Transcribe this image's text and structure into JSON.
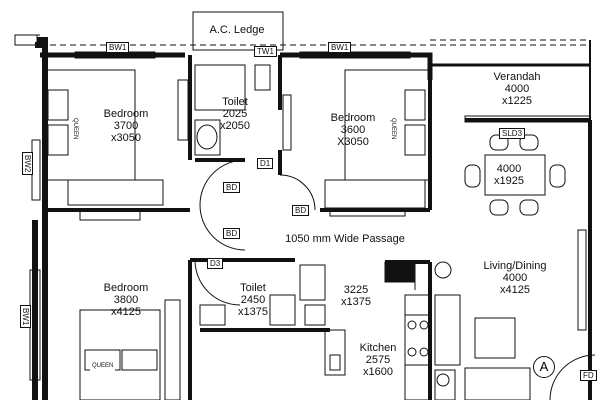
{
  "rooms": {
    "ac_ledge": {
      "name": "A.C. Ledge"
    },
    "bedroom_1": {
      "name": "Bedroom",
      "w": "3700",
      "l": "x3050"
    },
    "toilet_1": {
      "name": "Toilet",
      "w": "2025",
      "l": "x2050"
    },
    "bedroom_2": {
      "name": "Bedroom",
      "w": "3600",
      "l": "X3050"
    },
    "verandah": {
      "name": "Verandah",
      "w": "4000",
      "l": "x1225"
    },
    "dining_table": {
      "w": "4000",
      "l": "x1925"
    },
    "passage": {
      "name": "1050 mm Wide Passage"
    },
    "bedroom_3": {
      "name": "Bedroom",
      "w": "3800",
      "l": "x4125"
    },
    "toilet_2": {
      "name": "Toilet",
      "w": "2450",
      "l": "x1375"
    },
    "utility": {
      "w": "3225",
      "l": "x1375"
    },
    "kitchen": {
      "name": "Kitchen",
      "w": "2575",
      "l": "x1600"
    },
    "living": {
      "name": "Living/Dining",
      "w": "4000",
      "l": "x4125"
    }
  },
  "tags": {
    "bw1_left": "BW1",
    "tw1": "TW1",
    "bw1_right": "BW1",
    "bw2": "BW2",
    "bw1_bottom": "BW1",
    "sld3": "SLD3",
    "d1": "D1",
    "bd_a": "BD",
    "bd_b": "BD",
    "bd_c": "BD",
    "d3": "D3",
    "fd": "FD"
  },
  "furniture": {
    "bed_label_1": "QUEEN",
    "bed_label_2": "QUEEN",
    "bed_label_3": "QUEEN"
  },
  "marker": "A"
}
